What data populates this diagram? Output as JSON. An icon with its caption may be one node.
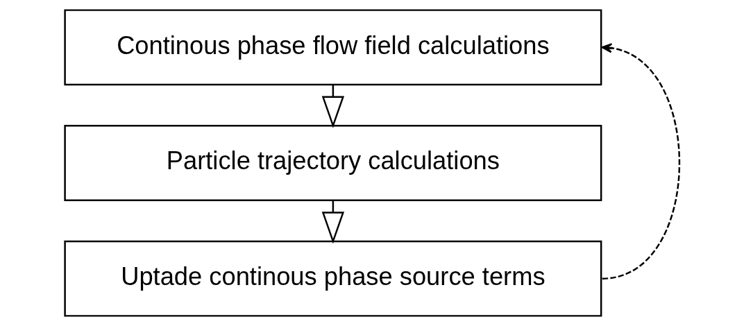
{
  "diagram": {
    "nodes": [
      {
        "text": [
          "Continous phase flow field calculations"
        ]
      },
      {
        "text": [
          "Particle trajectory calculations"
        ]
      },
      {
        "text": [
          "Uptade continous phase source terms"
        ]
      }
    ],
    "edges": [
      {
        "from": 0,
        "to": 1,
        "arrow": "to"
      },
      {
        "from": 1,
        "to": 2,
        "arrow": "to"
      },
      {
        "from": 2,
        "to": 0,
        "arrow": "to",
        "style": "dashed"
      }
    ]
  }
}
